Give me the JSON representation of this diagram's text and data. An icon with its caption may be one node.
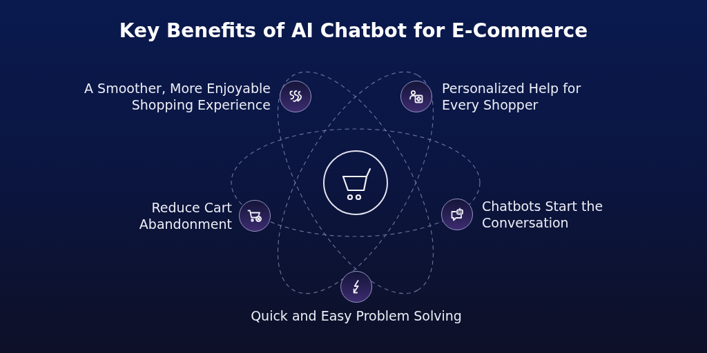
{
  "diagram": {
    "title": "Key Benefits of AI Chatbot for E-Commerce",
    "nodes": [
      {
        "text": [
          "A Smoother, More Enjoyable Shopping Experience"
        ]
      },
      {
        "text": [
          "Personalized Help for Every Shopper"
        ]
      },
      {
        "text": [],
        "shape": "circle"
      },
      {
        "text": [
          "Reduce Cart Abandonment"
        ]
      },
      {
        "text": [
          "Chatbots Start the Conversation"
        ]
      },
      {
        "text": [
          "Quick and Easy Problem Solving"
        ]
      }
    ]
  }
}
